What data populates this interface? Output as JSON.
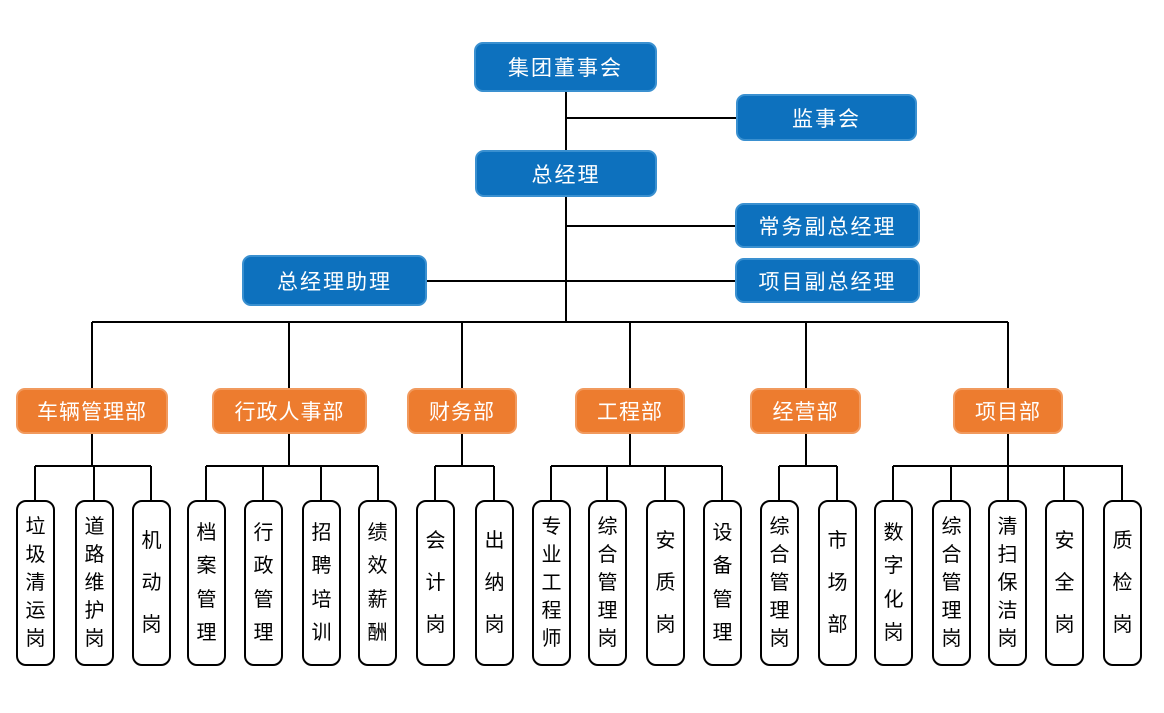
{
  "colors": {
    "box_blue": "#0d71be",
    "box_blue_border": "#3a90d0",
    "box_orange": "#ed7c2f",
    "box_orange_border": "#f19a5e",
    "line": "#000000"
  },
  "leadership": {
    "board": "集团董事会",
    "supervisory": "监事会",
    "gm": "总经理",
    "deputy_exec": "常务副总经理",
    "deputy_project": "项目副总经理",
    "gm_assistant": "总经理助理"
  },
  "departments": [
    {
      "label": "车辆管理部",
      "positions": [
        "垃圾清运岗",
        "道路维护岗",
        "机动岗"
      ]
    },
    {
      "label": "行政人事部",
      "positions": [
        "档案管理",
        "行政管理",
        "招聘培训",
        "绩效薪酬"
      ]
    },
    {
      "label": "财务部",
      "positions": [
        "会计岗",
        "出纳岗"
      ]
    },
    {
      "label": "工程部",
      "positions": [
        "专业工程师",
        "综合管理岗",
        "安质岗",
        "设备管理"
      ]
    },
    {
      "label": "经营部",
      "positions": [
        "综合管理岗",
        "市场部"
      ]
    },
    {
      "label": "项目部",
      "positions": [
        "数字化岗",
        "综合管理岗",
        "清扫保洁岗",
        "安全岗",
        "质检岗"
      ]
    }
  ]
}
